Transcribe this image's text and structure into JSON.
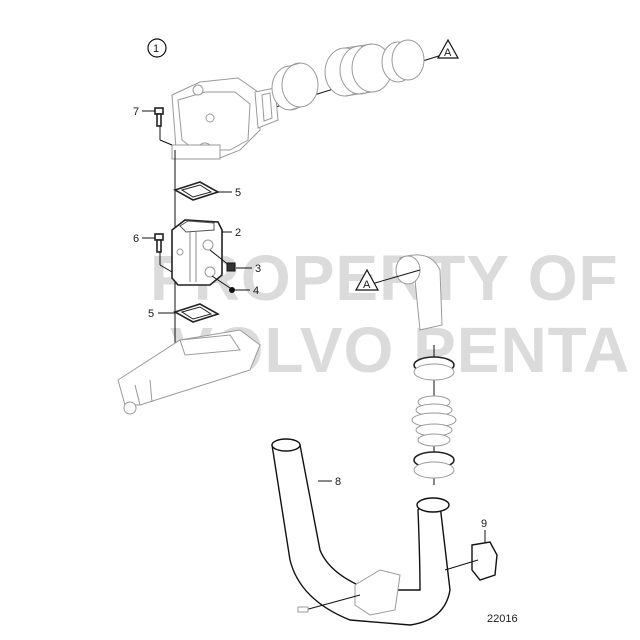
{
  "diagram": {
    "title_marker": "1",
    "drawing_number": "22016",
    "watermark": {
      "line1": "PROPERTY OF",
      "line2": "VOLVO PENTA"
    },
    "callouts": [
      {
        "id": "7",
        "label": "7"
      },
      {
        "id": "5a",
        "label": "5"
      },
      {
        "id": "2",
        "label": "2"
      },
      {
        "id": "6",
        "label": "6"
      },
      {
        "id": "3",
        "label": "3"
      },
      {
        "id": "4",
        "label": "4"
      },
      {
        "id": "5b",
        "label": "5"
      },
      {
        "id": "8",
        "label": "8"
      },
      {
        "id": "9",
        "label": "9"
      }
    ],
    "reference_marks": [
      {
        "id": "A-top",
        "label": "A"
      },
      {
        "id": "A-mid",
        "label": "A"
      }
    ]
  }
}
